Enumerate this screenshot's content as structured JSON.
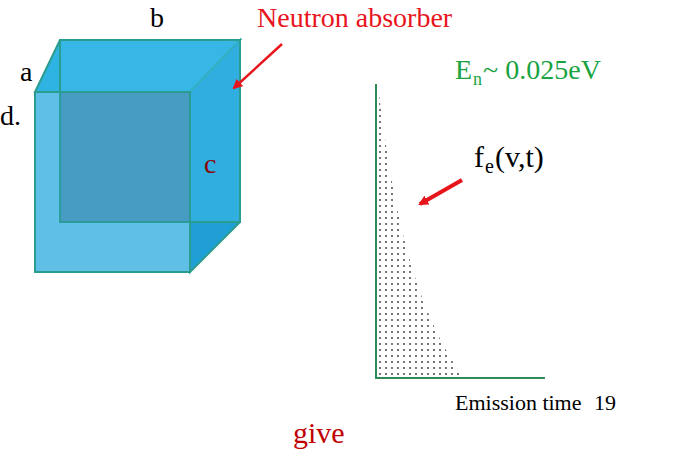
{
  "diagram": {
    "labels": [
      "Neutron absorber",
      "a",
      "b",
      "c",
      "d.",
      "E",
      "n",
      "~ 0.025eV",
      "f",
      "e",
      "(v,t)",
      "Emission time",
      "19",
      "give"
    ]
  }
}
